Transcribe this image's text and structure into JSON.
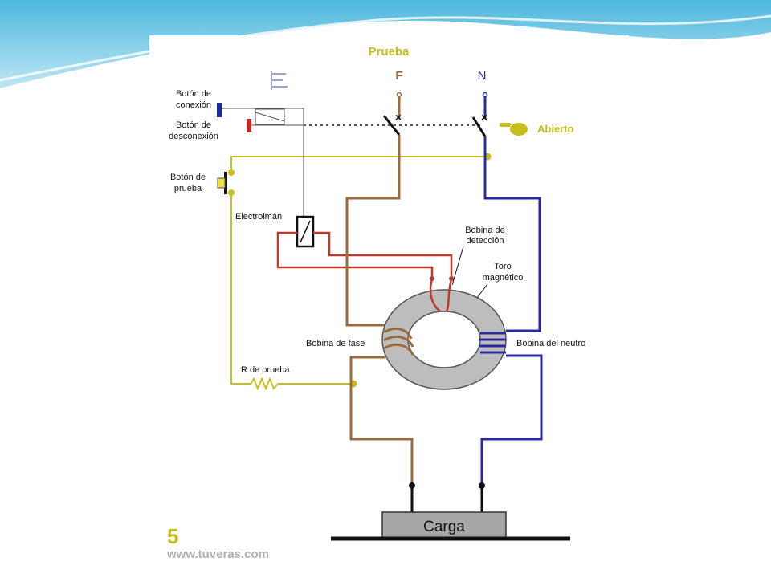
{
  "diagram": {
    "title": "Prueba",
    "phase_label": "F",
    "neutral_label": "N",
    "open_label": "Abierto",
    "connect_button": [
      "Botón de",
      "conexión"
    ],
    "disconnect_button": [
      "Botón de",
      "desconexión"
    ],
    "test_button": [
      "Botón de",
      "prueba"
    ],
    "electromagnet": "Electroimán",
    "detection_coil": [
      "Bobina de",
      "detección"
    ],
    "toroid": [
      "Toro",
      "magnético"
    ],
    "phase_coil": "Bobina de fase",
    "neutral_coil": "Bobina del neutro",
    "test_resistor": "R de prueba",
    "load": "Carga",
    "slide_number": "5",
    "website": "www.tuveras.com"
  },
  "colors": {
    "phase_wire": "#9b6b3e",
    "neutral_wire": "#2a2aa0",
    "sensor_wire": "#c0392b",
    "test_wire": "#c8be1e",
    "toroid_fill": "#bdbdbd",
    "load_fill": "#a7a7a7",
    "accent_text": "#c9bd1c"
  }
}
